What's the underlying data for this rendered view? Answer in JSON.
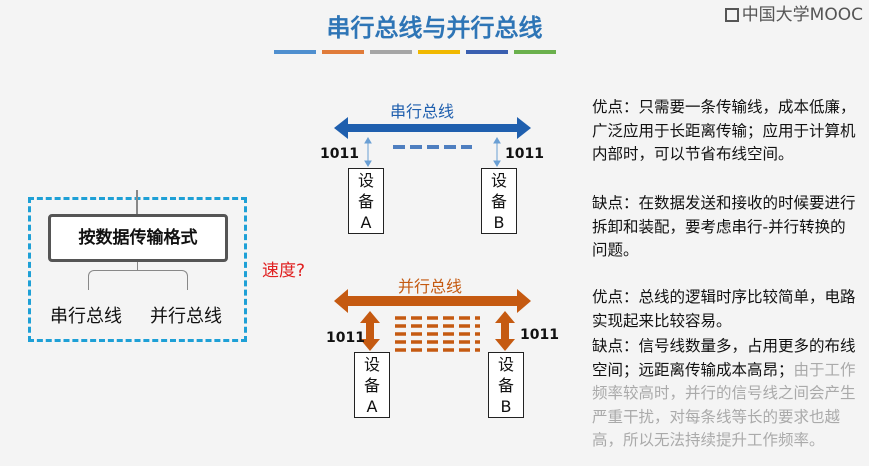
{
  "title": "串行总线与并行总线",
  "logo": "中国大学MOOC",
  "accent_bars": [
    "#4f8fcf",
    "#e07b39",
    "#a5a5a5",
    "#f0b800",
    "#3a5fb0",
    "#6ab04c"
  ],
  "tree": {
    "root": "按数据传输格式",
    "leaves": [
      "串行总线",
      "并行总线"
    ]
  },
  "speed_label": "速度?",
  "serial": {
    "label": "串行总线",
    "left_value": "1011",
    "right_value": "1011",
    "device_a": [
      "设",
      "备",
      "A"
    ],
    "device_b": [
      "设",
      "备",
      "B"
    ],
    "color": "#1f5fae"
  },
  "parallel": {
    "label": "并行总线",
    "left_value": "1011",
    "right_value": "1011",
    "device_a": [
      "设",
      "备",
      "A"
    ],
    "device_b": [
      "设",
      "备",
      "B"
    ],
    "color": "#c55a11"
  },
  "serial_text": {
    "pros": "优点：只需要一条传输线，成本低廉，广泛应用于长距离传输；应用于计算机内部时，可以节省布线空间。",
    "cons": "缺点：在数据发送和接收的时候要进行拆卸和装配，要考虑串行-并行转换的问题。"
  },
  "parallel_text": {
    "pros": "优点：总线的逻辑时序比较简单，电路实现起来比较容易。",
    "cons_main": "缺点：信号线数量多，占用更多的布线空间；远距离传输成本高昂；",
    "cons_faded": "由于工作频率较高时，并行的信号线之间会产生严重干扰，对每条线等长的要求也越高，所以无法持续提升工作频率。"
  }
}
